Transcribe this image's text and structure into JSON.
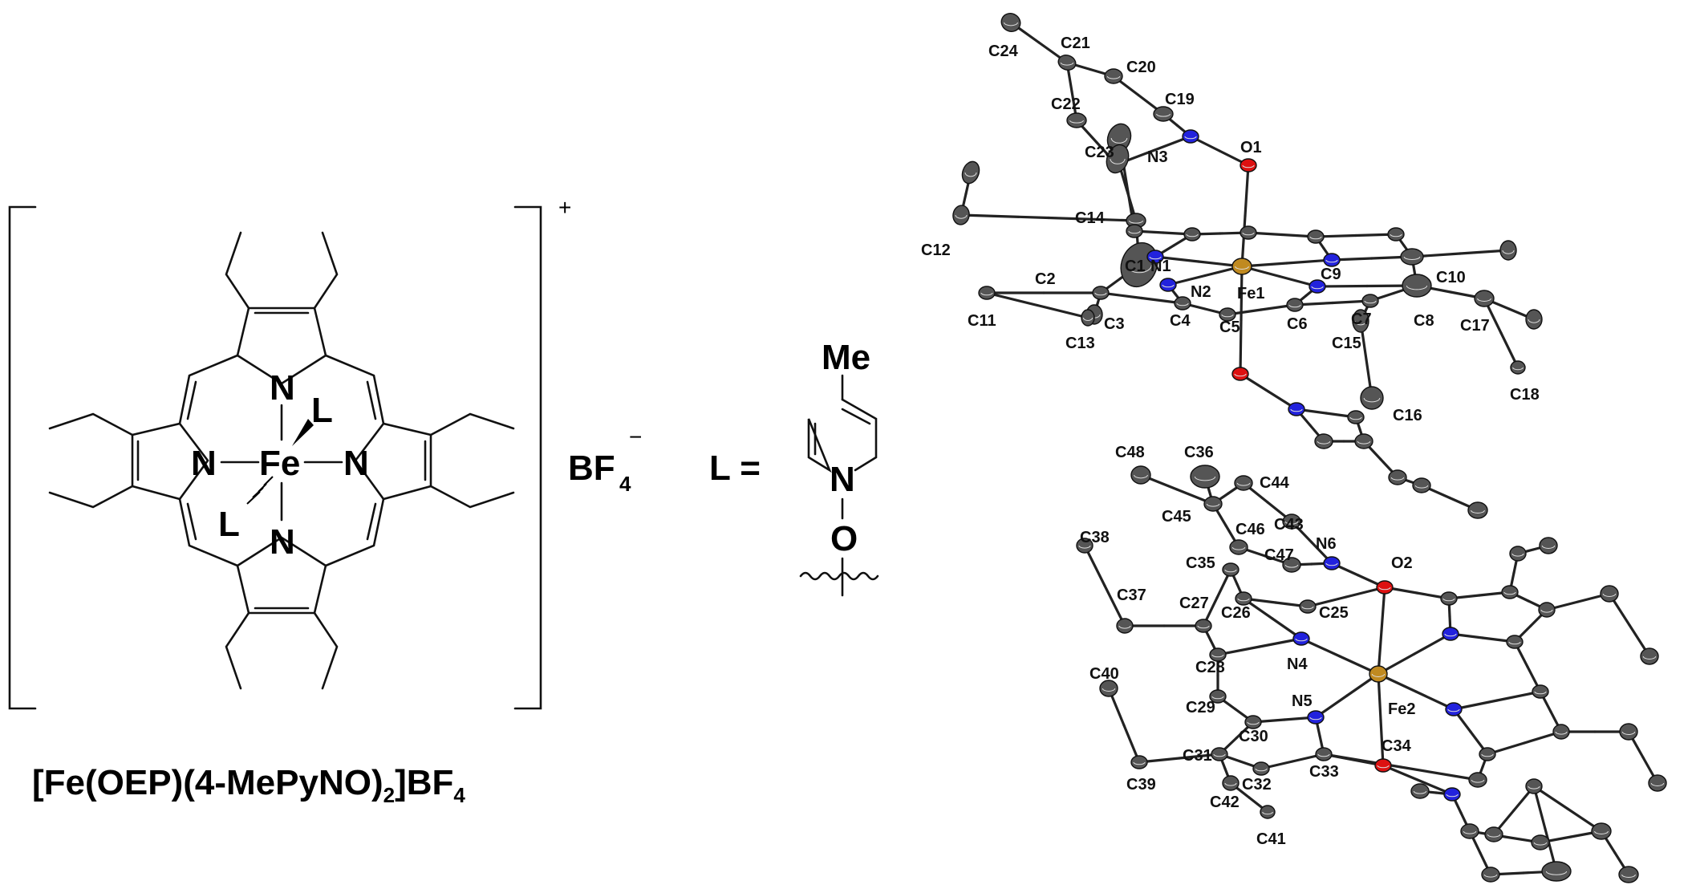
{
  "colors": {
    "carbon": "#555555",
    "nitrogen": "#2222dd",
    "oxygen": "#dd1111",
    "iron": "#c08a20",
    "bond": "#222222"
  },
  "scheme": {
    "cation_charge": "+",
    "anion": "BF",
    "anion_subscript": "4",
    "anion_charge": "−",
    "iron_label": "Fe",
    "nitrogen_label": "N",
    "ligand_label": "L",
    "ligand_definition": "L =",
    "methyl_label": "Me",
    "pyridine_n_label": "N",
    "oxygen_label": "O",
    "formula": {
      "part1": "[Fe(OEP)(4-MePyNO)",
      "sub1": "2",
      "part2": "]BF",
      "sub2": "4"
    }
  },
  "crystal_labels": [
    {
      "id": "C24",
      "text": "C24"
    },
    {
      "id": "C21",
      "text": "C21"
    },
    {
      "id": "C20",
      "text": "C20"
    },
    {
      "id": "C19",
      "text": "C19"
    },
    {
      "id": "C22",
      "text": "C22"
    },
    {
      "id": "C23",
      "text": "C23"
    },
    {
      "id": "N3",
      "text": "N3"
    },
    {
      "id": "O1",
      "text": "O1"
    },
    {
      "id": "C14",
      "text": "C14"
    },
    {
      "id": "C12",
      "text": "C12"
    },
    {
      "id": "C1",
      "text": "C1"
    },
    {
      "id": "N1",
      "text": "N1"
    },
    {
      "id": "C9",
      "text": "C9"
    },
    {
      "id": "C10",
      "text": "C10"
    },
    {
      "id": "C2",
      "text": "C2"
    },
    {
      "id": "N2",
      "text": "N2"
    },
    {
      "id": "Fe1",
      "text": "Fe1"
    },
    {
      "id": "C11",
      "text": "C11"
    },
    {
      "id": "C3",
      "text": "C3"
    },
    {
      "id": "C4",
      "text": "C4"
    },
    {
      "id": "C5",
      "text": "C5"
    },
    {
      "id": "C6",
      "text": "C6"
    },
    {
      "id": "C7",
      "text": "C7"
    },
    {
      "id": "C8",
      "text": "C8"
    },
    {
      "id": "C17",
      "text": "C17"
    },
    {
      "id": "C13",
      "text": "C13"
    },
    {
      "id": "C15",
      "text": "C15"
    },
    {
      "id": "C18",
      "text": "C18"
    },
    {
      "id": "C16",
      "text": "C16"
    },
    {
      "id": "C48",
      "text": "C48"
    },
    {
      "id": "C36",
      "text": "C36"
    },
    {
      "id": "C44",
      "text": "C44"
    },
    {
      "id": "C45",
      "text": "C45"
    },
    {
      "id": "C43",
      "text": "C43"
    },
    {
      "id": "C38",
      "text": "C38"
    },
    {
      "id": "C46",
      "text": "C46"
    },
    {
      "id": "N6",
      "text": "N6"
    },
    {
      "id": "C47",
      "text": "C47"
    },
    {
      "id": "O2",
      "text": "O2"
    },
    {
      "id": "C35",
      "text": "C35"
    },
    {
      "id": "C37",
      "text": "C37"
    },
    {
      "id": "C27",
      "text": "C27"
    },
    {
      "id": "C26",
      "text": "C26"
    },
    {
      "id": "C25",
      "text": "C25"
    },
    {
      "id": "C28",
      "text": "C28"
    },
    {
      "id": "N4",
      "text": "N4"
    },
    {
      "id": "C40",
      "text": "C40"
    },
    {
      "id": "C29",
      "text": "C29"
    },
    {
      "id": "N5",
      "text": "N5"
    },
    {
      "id": "Fe2",
      "text": "Fe2"
    },
    {
      "id": "C30",
      "text": "C30"
    },
    {
      "id": "C31",
      "text": "C31"
    },
    {
      "id": "C34",
      "text": "C34"
    },
    {
      "id": "C33",
      "text": "C33"
    },
    {
      "id": "C39",
      "text": "C39"
    },
    {
      "id": "C32",
      "text": "C32"
    },
    {
      "id": "C42",
      "text": "C42"
    },
    {
      "id": "C41",
      "text": "C41"
    }
  ]
}
